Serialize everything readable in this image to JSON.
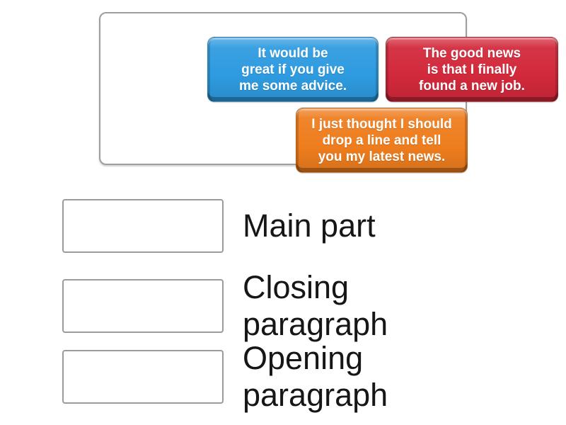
{
  "cards": [
    {
      "name": "blue",
      "text": "It would be\ngreat if you give\nme some advice.",
      "color": "#2e9be0"
    },
    {
      "name": "red",
      "text": "The good news\nis that I finally\nfound a new job.",
      "color": "#d2293b"
    },
    {
      "name": "orange",
      "text": "I just thought I should\ndrop a line and tell\nyou my latest news.",
      "color": "#ee7d1e"
    }
  ],
  "targets": [
    {
      "label": "Main part"
    },
    {
      "label": "Closing paragraph"
    },
    {
      "label": "Opening paragraph"
    }
  ],
  "colors": {
    "background": "#ffffff",
    "panel_border": "#9e9e9e",
    "dropzone_border": "#9b9b9b",
    "label_text": "#161616",
    "card_text": "#ffffff",
    "card_blue": "#2e9be0",
    "card_red": "#d2293b",
    "card_orange": "#ee7d1e"
  }
}
